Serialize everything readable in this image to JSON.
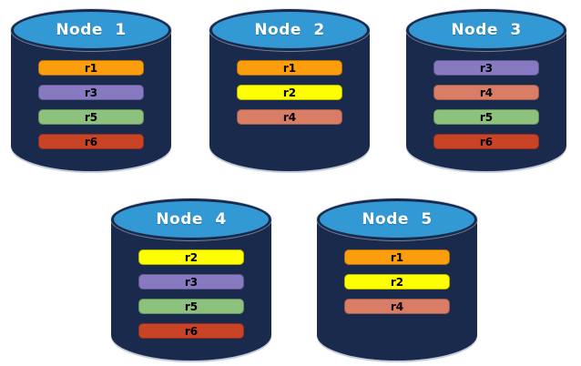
{
  "colors": {
    "cylinder_body": "#1A2A4C",
    "cylinder_top": "#3399D5",
    "node_label_text": "#FFFFFF",
    "replica_label_text": "#000000",
    "r1": "#FB9D0D",
    "r2": "#FFFF00",
    "r3": "#8879C3",
    "r4": "#D97D66",
    "r5": "#8CC27D",
    "r6": "#C94327"
  },
  "nodes": [
    {
      "label": "Node 1",
      "replicas": [
        "r1",
        "r3",
        "r5",
        "r6"
      ]
    },
    {
      "label": "Node 2",
      "replicas": [
        "r1",
        "r2",
        "r4"
      ]
    },
    {
      "label": "Node 3",
      "replicas": [
        "r3",
        "r4",
        "r5",
        "r6"
      ]
    },
    {
      "label": "Node 4",
      "replicas": [
        "r2",
        "r3",
        "r5",
        "r6"
      ]
    },
    {
      "label": "Node 5",
      "replicas": [
        "r1",
        "r2",
        "r4"
      ]
    }
  ]
}
